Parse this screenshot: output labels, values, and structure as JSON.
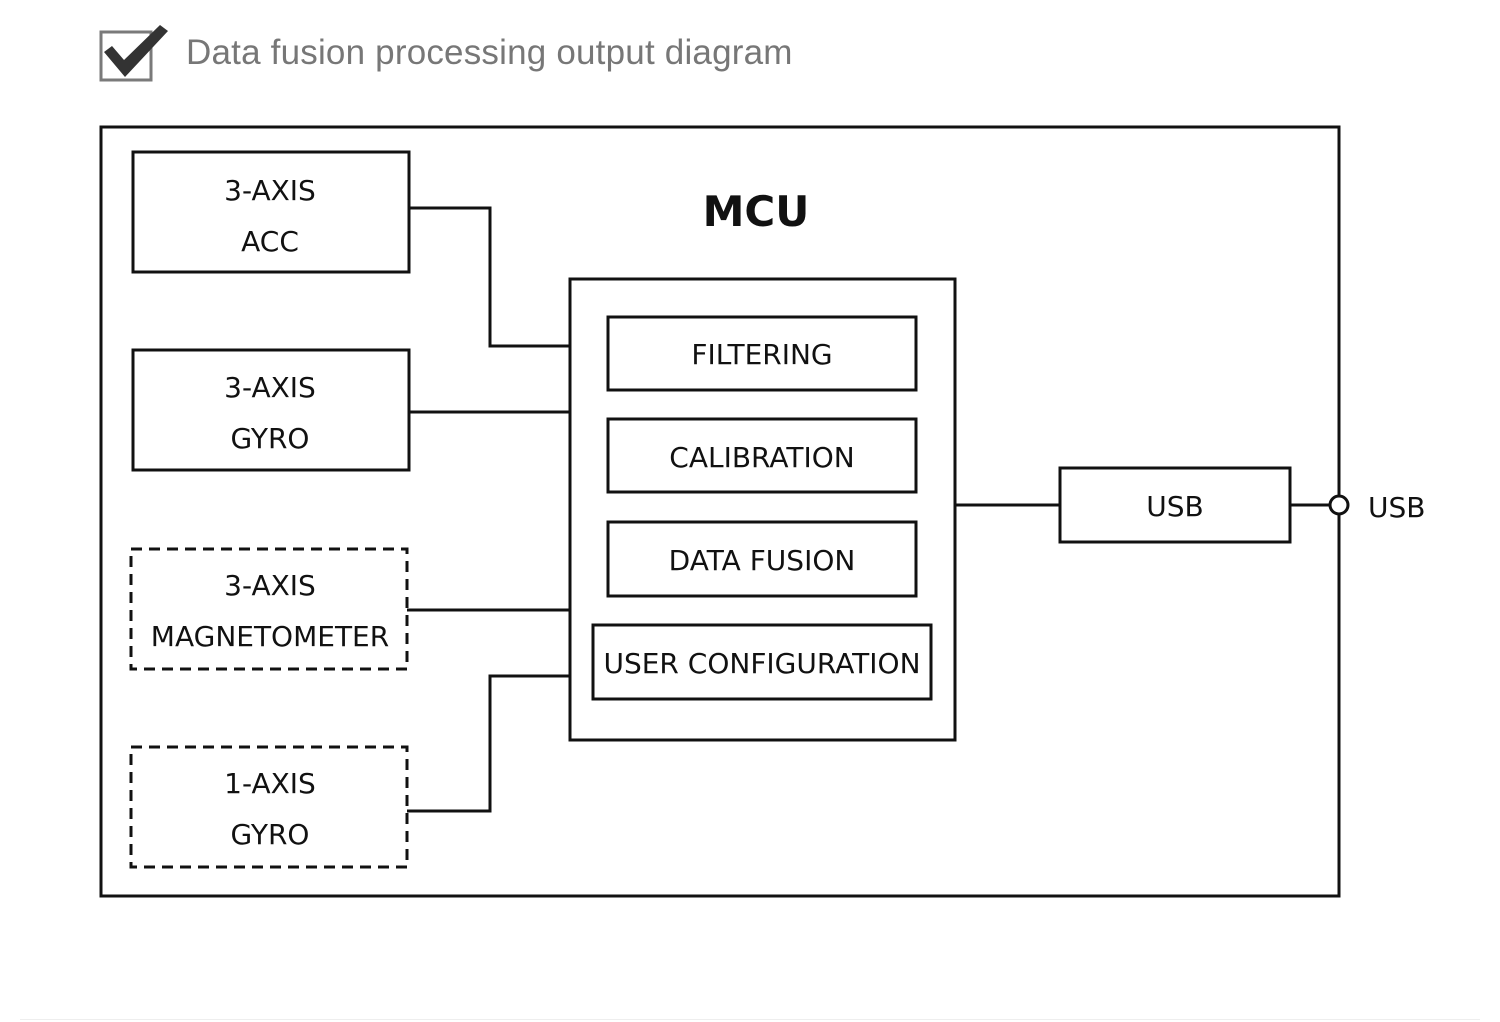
{
  "header": {
    "title": "Data fusion processing output diagram",
    "icon": "checkbox-checked-icon"
  },
  "diagram": {
    "mcu_label": "MCU",
    "sensors": {
      "acc": {
        "line1": "3-AXIS",
        "line2": "ACC",
        "style": "solid"
      },
      "gyro": {
        "line1": "3-AXIS",
        "line2": "GYRO",
        "style": "solid"
      },
      "mag": {
        "line1": "3-AXIS",
        "line2": "MAGNETOMETER",
        "style": "dashed"
      },
      "gyro1": {
        "line1": "1-AXIS",
        "line2": "GYRO",
        "style": "dashed"
      }
    },
    "processing": {
      "filtering": "FILTERING",
      "calibration": "CALIBRATION",
      "data_fusion": "DATA FUSION",
      "user_configuration": "USER CONFIGURATION"
    },
    "usb_block": "USB",
    "usb_port": "USB"
  }
}
